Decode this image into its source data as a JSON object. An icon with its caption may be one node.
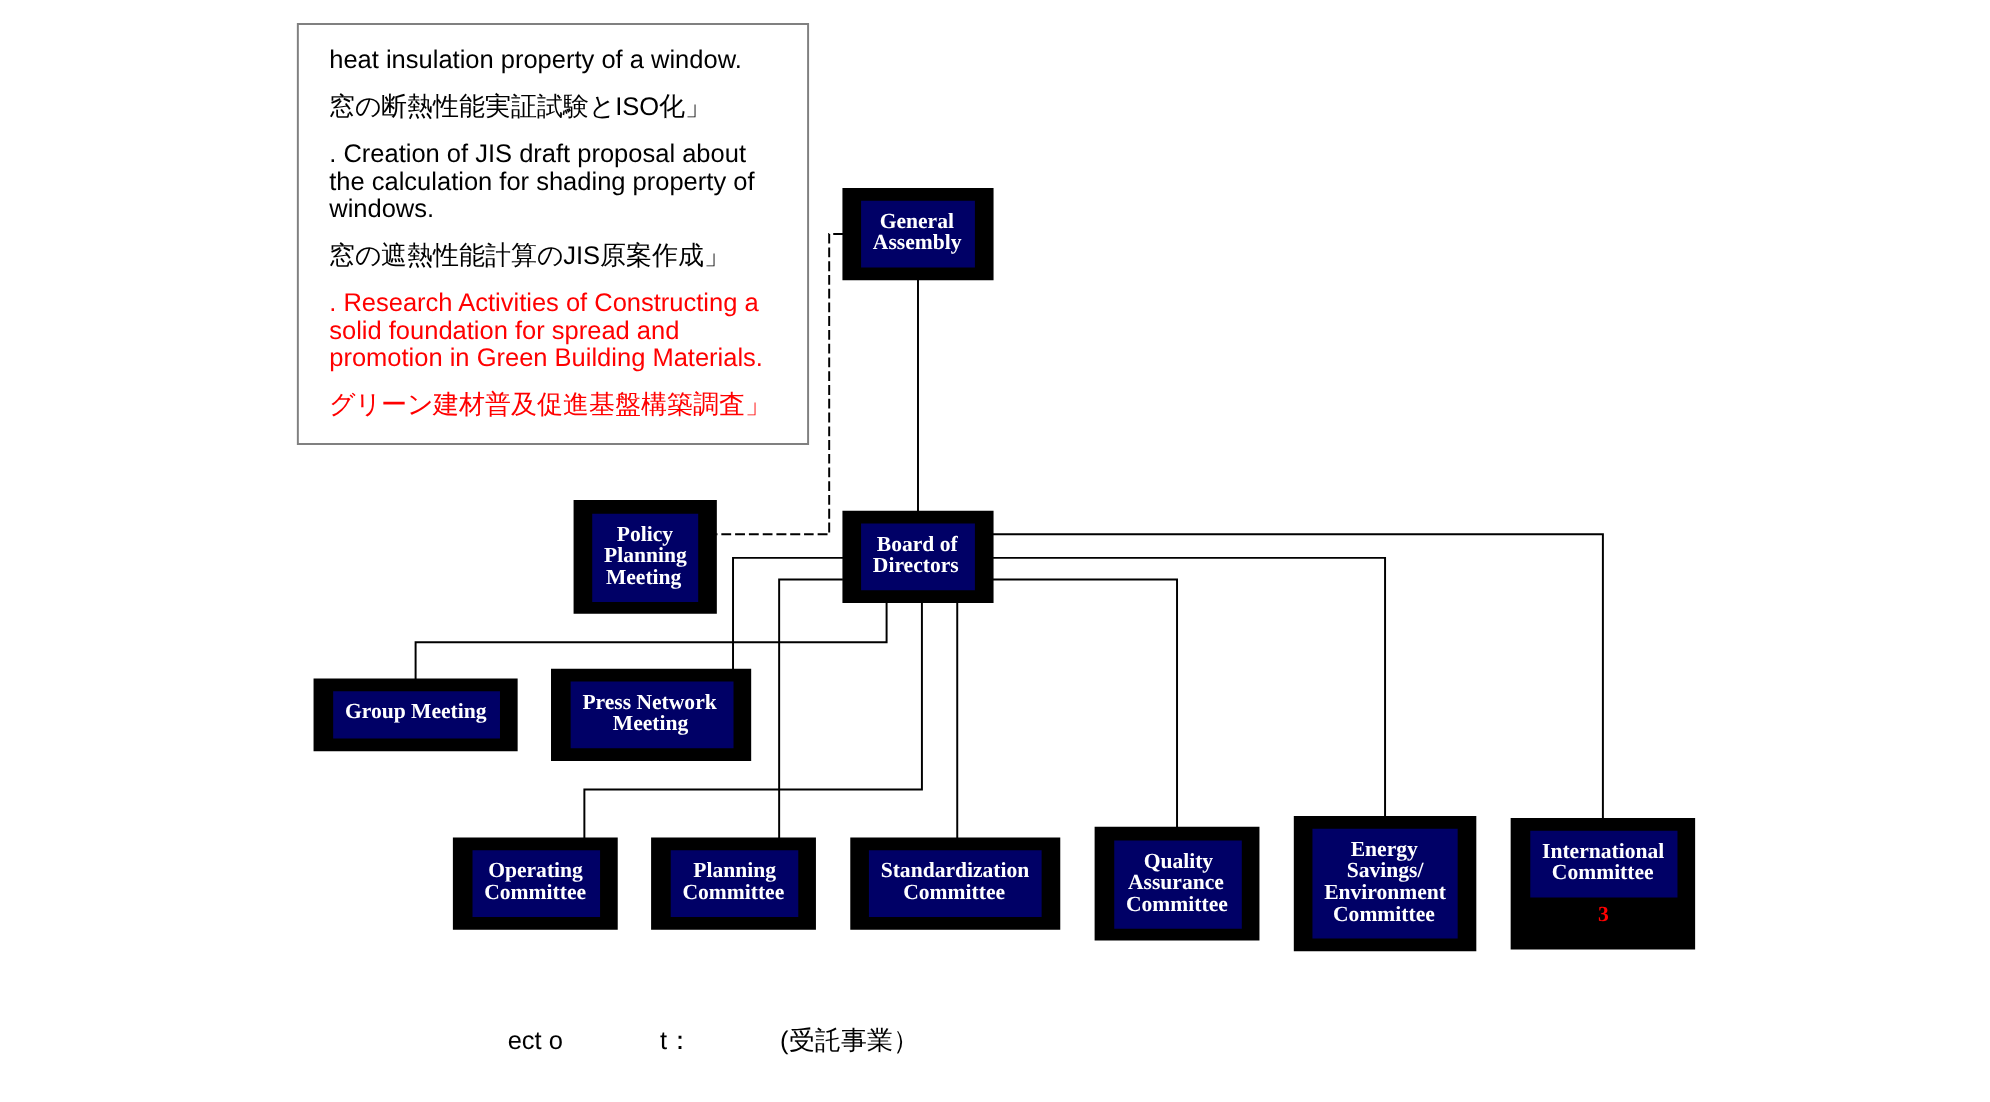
{
  "diagram": {
    "nodes": [
      {
        "text": [
          "heat insulation property of a window.",
          "窓の断熱性能実証試験とISO化」",
          ". Creation of JIS draft proposal about the calculation for shading property of windows.",
          "窓の遮熱性能計算のJIS原案作成」",
          ". Research Activities of Constructing a solid foundation for spread and promotion in Green Building Materials.",
          "グリーン建材普及促進基盤構築調査」"
        ]
      },
      {
        "text": [
          "General Assembly"
        ]
      },
      {
        "text": [
          "Policy Planning Meeting"
        ]
      },
      {
        "text": [
          "Board of Directors"
        ]
      },
      {
        "text": [
          "Group Meeting"
        ]
      },
      {
        "text": [
          "Press Network Meeting"
        ]
      },
      {
        "text": [
          "Operating Committee"
        ]
      },
      {
        "text": [
          "Planning Committee"
        ]
      },
      {
        "text": [
          "Standardization Committee"
        ]
      },
      {
        "text": [
          "Quality Assurance Committee"
        ]
      },
      {
        "text": [
          "Energy Savings/ Environment Committee"
        ]
      },
      {
        "text": [
          "International Committee",
          "3"
        ]
      }
    ],
    "edges": [
      {
        "from": 1,
        "to": 3,
        "arrow": "none"
      },
      {
        "from": 1,
        "to": 2,
        "arrow": "none",
        "style": "dashed"
      },
      {
        "from": 3,
        "to": 4,
        "arrow": "none"
      },
      {
        "from": 3,
        "to": 5,
        "arrow": "none"
      },
      {
        "from": 3,
        "to": 6,
        "arrow": "none"
      },
      {
        "from": 3,
        "to": 7,
        "arrow": "none"
      },
      {
        "from": 3,
        "to": 8,
        "arrow": "none"
      },
      {
        "from": 3,
        "to": 9,
        "arrow": "none"
      },
      {
        "from": 3,
        "to": 10,
        "arrow": "none"
      },
      {
        "from": 3,
        "to": 11,
        "arrow": "none"
      }
    ],
    "labels": [
      "ect o",
      "t：",
      "(受託事業）"
    ]
  }
}
